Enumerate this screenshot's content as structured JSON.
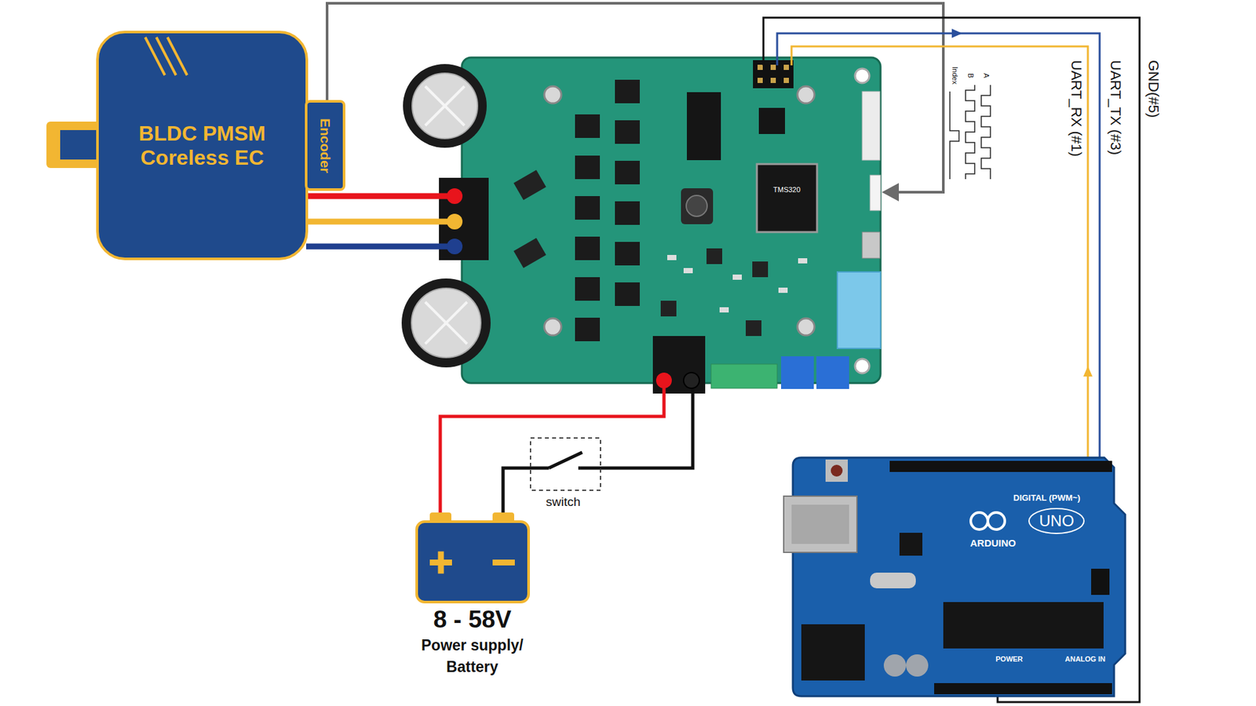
{
  "diagram": {
    "nodes": [
      {
        "text": [
          "BLDC PMSM Coreless EC"
        ]
      },
      {
        "text": [
          "Encoder"
        ]
      },
      {
        "text": [
          "8 - 58V",
          "Power supply/ Battery"
        ]
      }
    ],
    "labels": [
      "UART_RX (#1)",
      "UART_TX (#3)",
      "GND(#5)",
      "A",
      "B",
      "Index",
      "switch",
      "TMS320",
      "DIGITAL (PWM~)",
      "ARDUINO",
      "UNO",
      "POWER",
      "ANALOG IN"
    ]
  }
}
